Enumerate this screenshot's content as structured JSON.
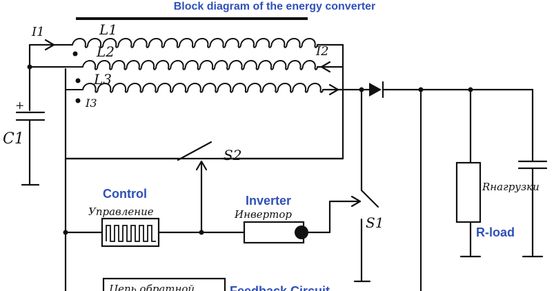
{
  "title": "Block diagram of the energy converter",
  "labels": {
    "c1": "C1",
    "l1": "L1",
    "l2": "L2",
    "l3": "L3",
    "i1": "I1",
    "i2": "I2",
    "i3": "I3",
    "s1": "S1",
    "s2": "S2",
    "r_load_ru": "Rнагрузки",
    "control_ru": "Управление",
    "inverter_ru": "Инвертор",
    "feedback_ru": "Цепь обратной"
  },
  "captions": {
    "control": "Control",
    "inverter": "Inverter",
    "r_load": "R-load",
    "feedback": "Feedback Circuit"
  },
  "colors": {
    "caption": "#3050b8",
    "ink": "#111111"
  }
}
